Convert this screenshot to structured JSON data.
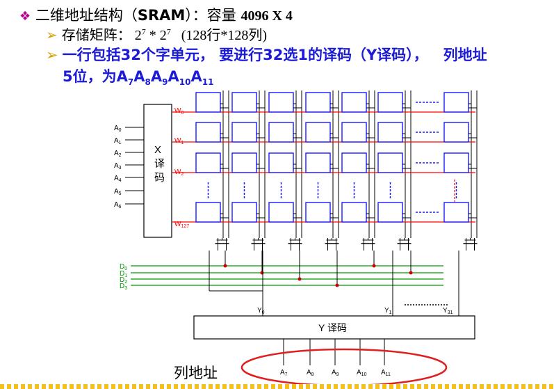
{
  "heading": {
    "bullet": "❖",
    "text": "二维地址结构（",
    "sram": "SRAM",
    "text2": "）：容量",
    "capacity": "4096 X 4"
  },
  "storage_matrix": {
    "label": "存储矩阵：",
    "base1": "2",
    "exp1": "7",
    "op": "*",
    "base2": "2",
    "exp2": "7",
    "note": "(128行*128列)"
  },
  "row_desc": {
    "text": "一行包括32个字单元， 要进行32选1的译码（Y译码），",
    "tail": "列地址"
  },
  "col_bits": {
    "text": "5位，为",
    "A": "A",
    "s7": "7",
    "s8": "8",
    "s9": "9",
    "s10": "10",
    "s11": "11"
  },
  "diagram": {
    "x_decoder": [
      "X",
      "译",
      "码"
    ],
    "row_addr": [
      "A0",
      "A1",
      "A2",
      "A3",
      "A4",
      "A5",
      "A6"
    ],
    "word_lines": [
      "W0",
      "W1",
      "W2",
      "W127"
    ],
    "data_lines": [
      "D0",
      "D1",
      "D2",
      "D3"
    ],
    "y_outputs": [
      "Y0",
      "Y1",
      "Y31"
    ],
    "y_decoder": "Y 译码",
    "col_addr": [
      "A7",
      "A8",
      "A9",
      "A10",
      "A11"
    ]
  },
  "col_addr_label": "列地址",
  "colors": {
    "cell": "#1a1aff",
    "word_line": "#ff0000",
    "data_line": "#009900",
    "junction": "#cc0000",
    "heading_blue": "#1c1cd6",
    "bullet": "#b8008c",
    "arrow": "#d4a000",
    "ellipse": "#e02020"
  }
}
